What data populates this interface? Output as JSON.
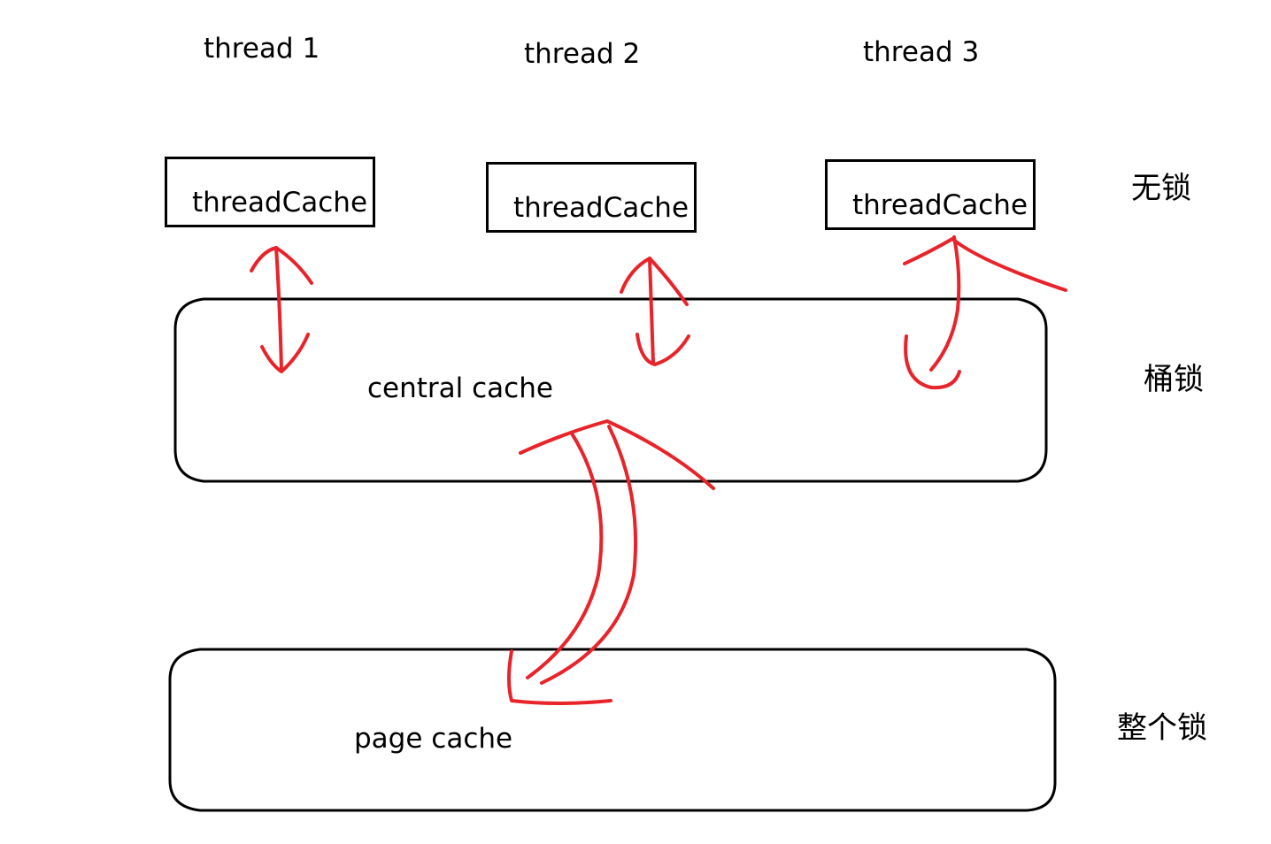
{
  "threads": [
    {
      "label": "thread 1",
      "cache_label": "threadCache"
    },
    {
      "label": "thread 2",
      "cache_label": "threadCache"
    },
    {
      "label": "thread 3",
      "cache_label": "threadCache"
    }
  ],
  "central": {
    "label": "central cache"
  },
  "page": {
    "label": "page cache"
  },
  "locks": {
    "thread_level": "无锁",
    "central_level": "桶锁",
    "page_level": "整个锁"
  },
  "colors": {
    "stroke": "#000000",
    "arrow": "#e8232a",
    "background": "#ffffff"
  }
}
